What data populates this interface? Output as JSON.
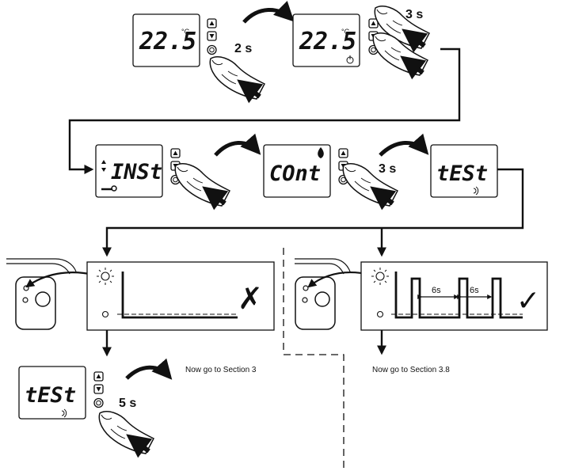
{
  "displays": {
    "temp_value": "22.5",
    "temp_unit": "°C",
    "inst": "INSt",
    "cont": "COnt",
    "test": "tESt"
  },
  "durations": {
    "d1": "2 s",
    "d2": "3 s",
    "d3": "3 s",
    "d4": "5 s"
  },
  "timing": {
    "pulse_gap_1": "6s",
    "pulse_gap_2": "6s"
  },
  "results": {
    "fail_mark": "✗",
    "pass_mark": "✓"
  },
  "notes": {
    "fail": "Now go to Section 3",
    "pass": "Now go to Section 3.8"
  },
  "icons": [
    "up-button-icon",
    "down-button-icon",
    "power-button-icon",
    "finger-icon",
    "wrench-icon",
    "flame-icon",
    "radio-icon",
    "sun-led-icon",
    "receiver-icon"
  ]
}
